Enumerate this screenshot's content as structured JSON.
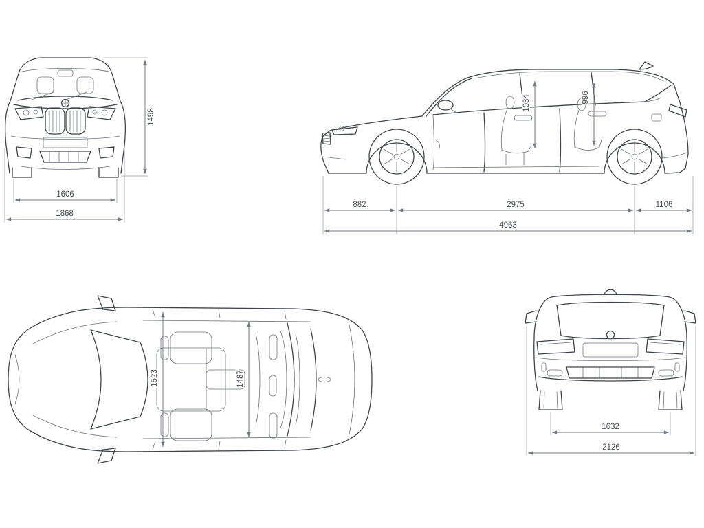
{
  "diagram": {
    "colors": {
      "car_line": "#3d444c",
      "dimension_line": "#707a84",
      "label_text": "#454c54",
      "background": "#ffffff"
    },
    "front_view": {
      "height": "1498",
      "track_width": "1606",
      "body_width": "1868"
    },
    "side_view": {
      "front_door_opening_height": "1034",
      "rear_door_opening_height": "996",
      "front_overhang": "882",
      "wheelbase": "2975",
      "rear_overhang": "1106",
      "overall_length": "4963"
    },
    "top_view": {
      "interior_width_front": "1523",
      "interior_width_rear": "1487"
    },
    "rear_view": {
      "rear_track_width": "1632",
      "width_including_mirrors": "2126"
    }
  }
}
